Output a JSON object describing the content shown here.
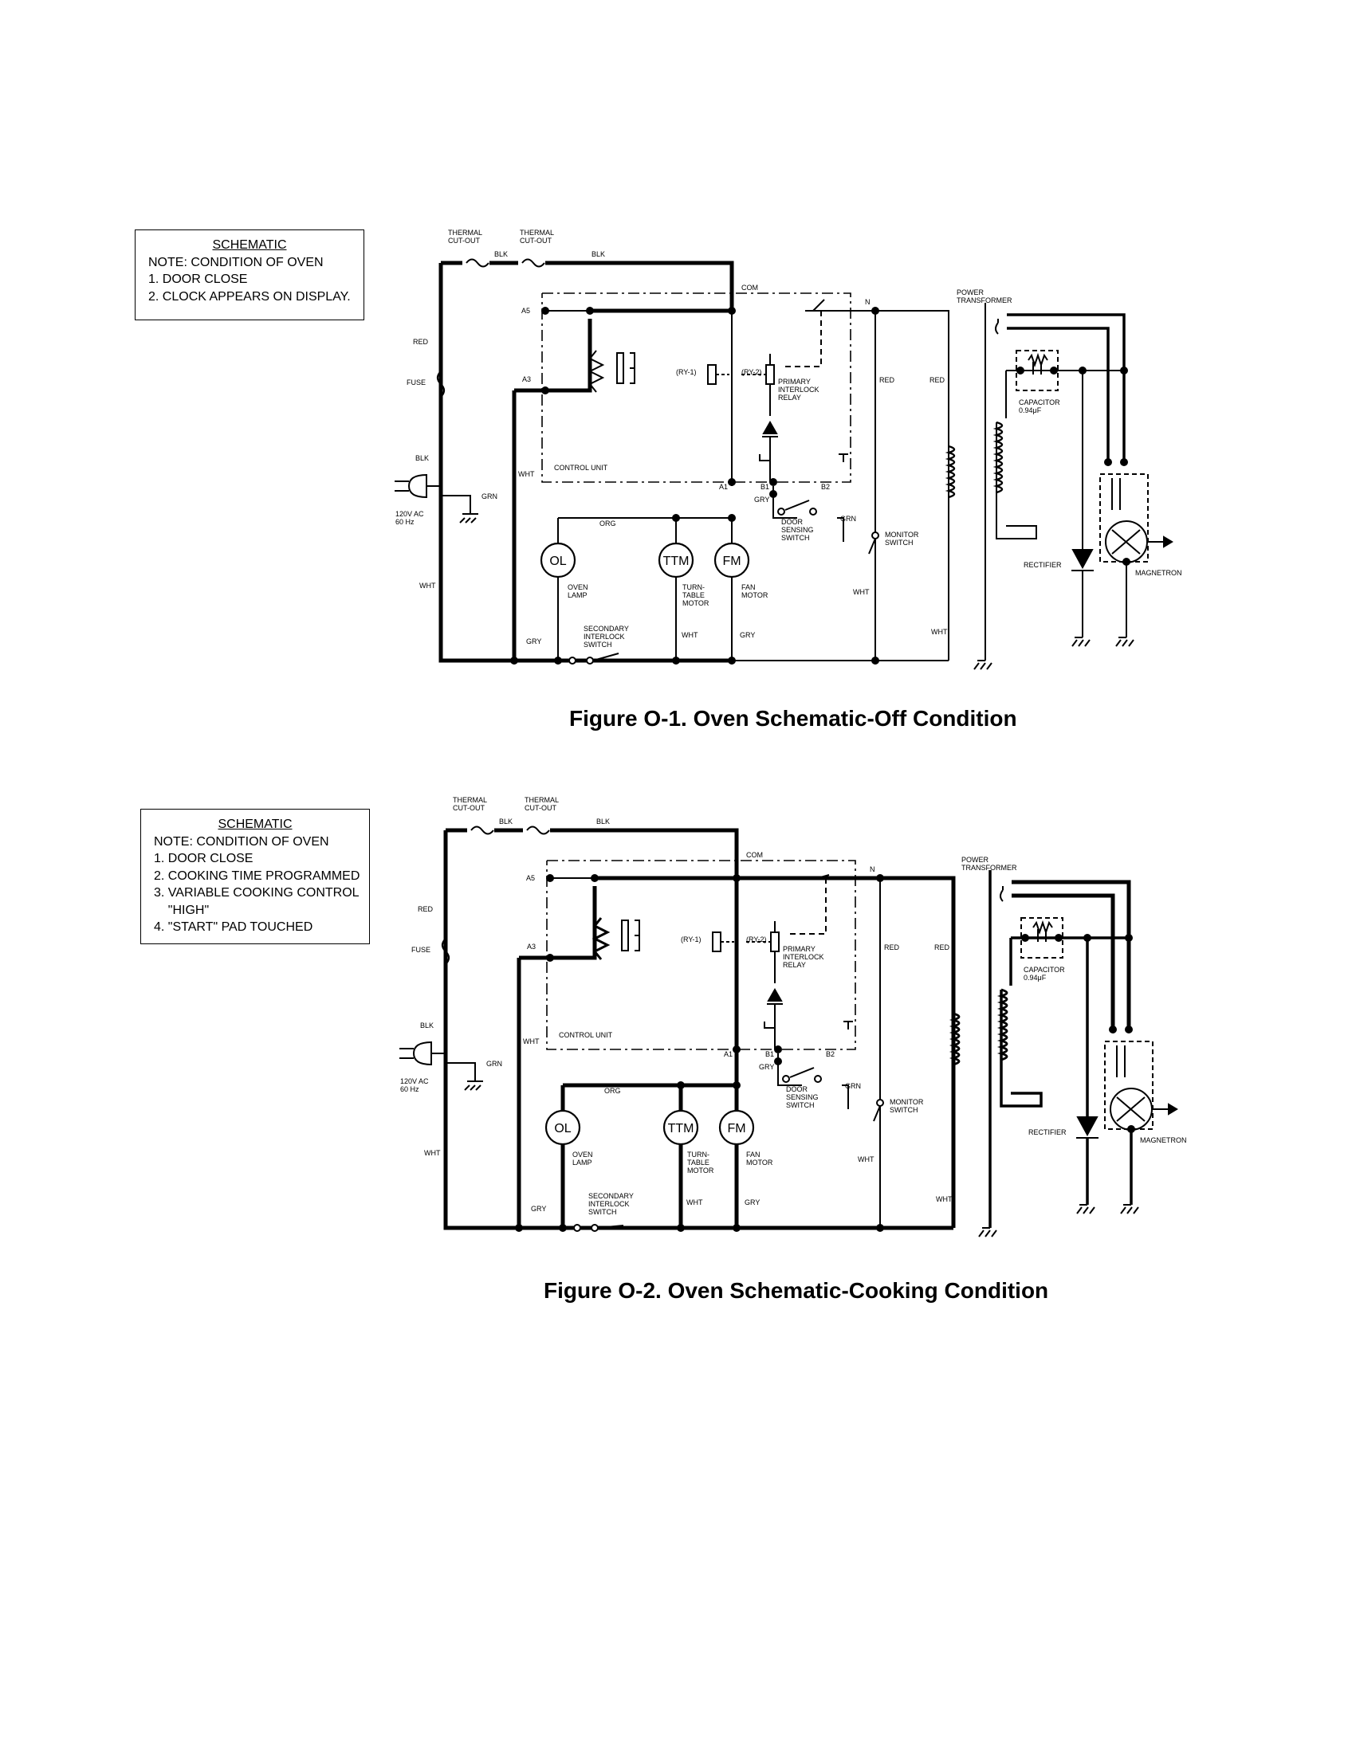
{
  "figures": [
    {
      "caption": "Figure O-1. Oven Schematic-Off Condition",
      "note": {
        "heading": "SCHEMATIC",
        "lines": [
          "NOTE: CONDITION OF OVEN",
          "1. DOOR CLOSE",
          "2. CLOCK APPEARS ON DISPLAY."
        ]
      }
    },
    {
      "caption": "Figure O-2. Oven Schematic-Cooking Condition",
      "note": {
        "heading": "SCHEMATIC",
        "lines": [
          "NOTE: CONDITION OF OVEN",
          "1. DOOR CLOSE",
          "2. COOKING TIME PROGRAMMED",
          "3. VARIABLE COOKING CONTROL",
          "    \"HIGH\"",
          "4. \"START\" PAD TOUCHED"
        ]
      }
    }
  ],
  "labels": {
    "thermal_cutout_1": [
      "THERMAL",
      "CUT-OUT"
    ],
    "thermal_cutout_2": [
      "THERMAL",
      "CUT-OUT"
    ],
    "blk": "BLK",
    "red": "RED",
    "fuse": "FUSE",
    "ac": [
      "120V AC",
      "60 Hz"
    ],
    "grn": "GRN",
    "wht": "WHT",
    "gry": "GRY",
    "org": "ORG",
    "com": "COM",
    "n": "N",
    "a5": "A5",
    "a3": "A3",
    "a1": "A1",
    "b1": "B1",
    "b2": "B2",
    "ry1": "(RY-1)",
    "ry2": "(RY-2)",
    "control_unit": "CONTROL UNIT",
    "primary_interlock_relay": [
      "PRIMARY",
      "INTERLOCK",
      "RELAY"
    ],
    "door_sensing_switch": [
      "DOOR",
      "SENSING",
      "SWITCH"
    ],
    "monitor_switch": [
      "MONITOR",
      "SWITCH"
    ],
    "power_transformer": [
      "POWER",
      "TRANSFORMER"
    ],
    "capacitor": [
      "CAPACITOR",
      "0.94μF"
    ],
    "rectifier": "RECTIFIER",
    "magnetron": "MAGNETRON",
    "ol": "OL",
    "ttm": "TTM",
    "fm": "FM",
    "oven_lamp": [
      "OVEN",
      "LAMP"
    ],
    "turntable_motor": [
      "TURN-",
      "TABLE",
      "MOTOR"
    ],
    "fan_motor": [
      "FAN",
      "MOTOR"
    ],
    "secondary_interlock_switch": [
      "SECONDARY",
      "INTERLOCK",
      "SWITCH"
    ]
  }
}
